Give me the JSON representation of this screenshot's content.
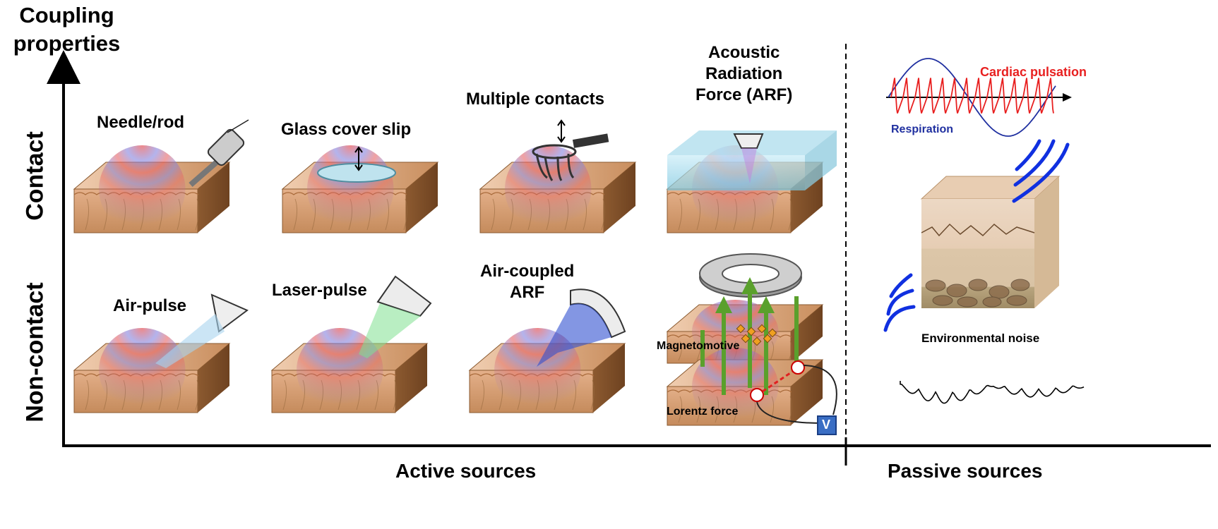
{
  "y_axis_label_line1": "Coupling",
  "y_axis_label_line2": "properties",
  "row_labels": {
    "contact": "Contact",
    "non_contact": "Non-contact"
  },
  "x_axis_labels": {
    "active": "Active sources",
    "passive": "Passive sources"
  },
  "contact_methods": {
    "needle": "Needle/rod",
    "glass": "Glass cover slip",
    "multiple": "Multiple contacts",
    "arf_line1": "Acoustic",
    "arf_line2": "Radiation",
    "arf_line3": "Force (ARF)"
  },
  "noncontact_methods": {
    "air_pulse": "Air-pulse",
    "laser_pulse": "Laser-pulse",
    "air_arf_line1": "Air-coupled",
    "air_arf_line2": "ARF",
    "magnetomotive": "Magnetomotive",
    "lorentz": "Lorentz force",
    "voltage": "V"
  },
  "passive": {
    "cardiac": "Cardiac pulsation",
    "respiration": "Respiration",
    "environmental": "Environmental noise"
  },
  "colors": {
    "tissue_top": "#e8c0a0",
    "tissue_side": "#c8935f",
    "wave_red": "#e85050",
    "wave_blue": "#7070e0",
    "arrow_green": "#5aa02c",
    "cardiac_red": "#e82020",
    "respiration_blue": "#2030a0"
  }
}
